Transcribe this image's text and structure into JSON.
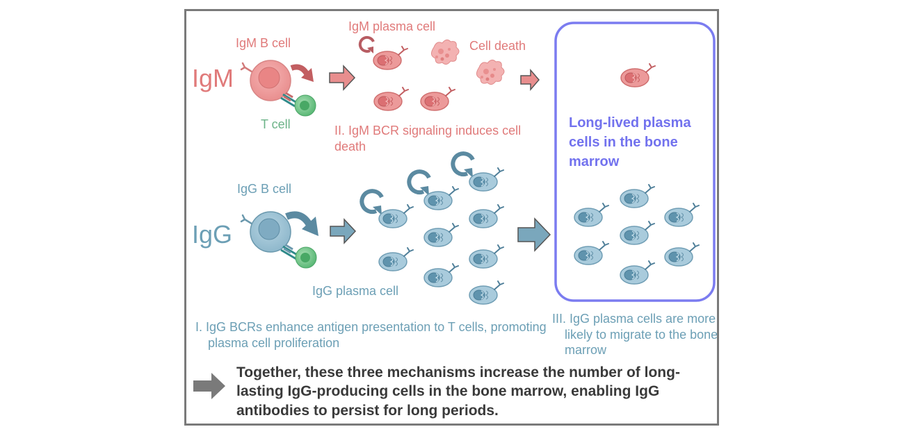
{
  "labels": {
    "igm_big": "IgM",
    "igg_big": "IgG",
    "igm_b_cell": "IgM B cell",
    "t_cell": "T cell",
    "igm_plasma_cell": "IgM plasma cell",
    "cell_death": "Cell death",
    "igm_note": "II. IgM BCR signaling induces cell death",
    "igg_b_cell": "IgG B cell",
    "igg_plasma_cell": "IgG plasma cell",
    "igg_note": "I. IgG BCRs enhance antigen presentation to T cells, promoting plasma cell proliferation",
    "bm_title": "Long-lived plasma cells in the bone marrow",
    "migration_note": "III. IgG plasma cells are more likely to migrate to the bone marrow",
    "summary": "Together, these three mechanisms increase the number of long-lasting IgG-producing cells in the bone marrow, enabling IgG antibodies to persist for long periods."
  },
  "colors": {
    "igm": "#e07a7a",
    "igg": "#6c9fb5",
    "t_cell": "#6cb388",
    "bone_marrow": "#7272ee",
    "summary_text": "#3a3a3a",
    "frame": "#7a7a7a"
  }
}
